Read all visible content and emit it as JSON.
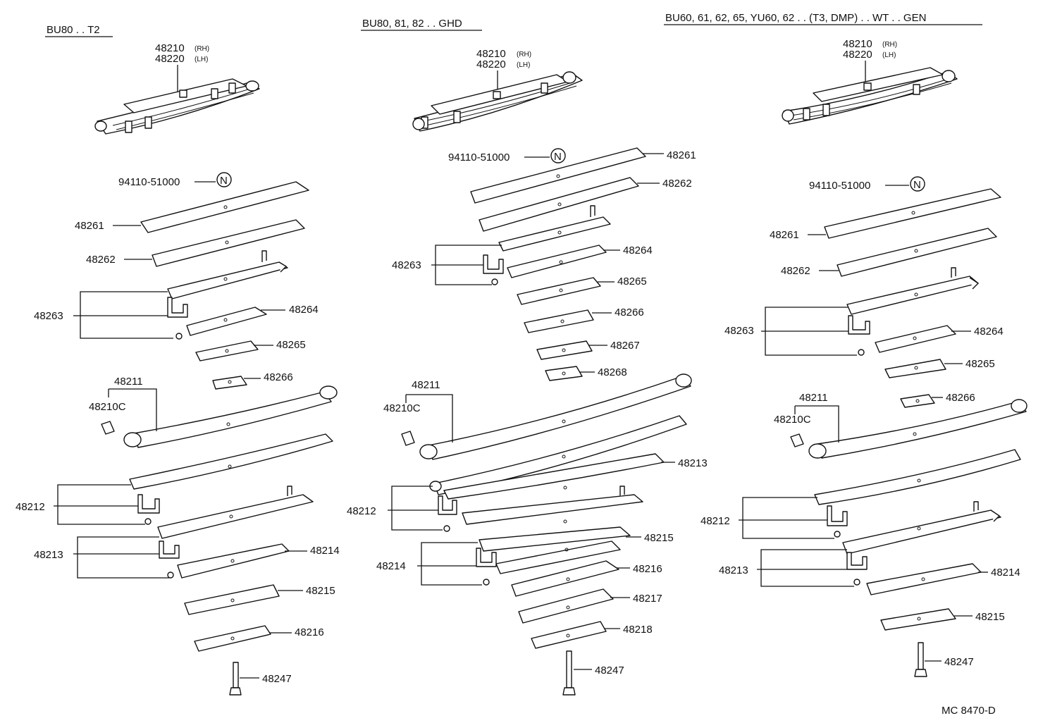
{
  "colors": {
    "ink": "#111111",
    "paper": "#ffffff"
  },
  "icons": {
    "new_part_marker": "circled-N-icon"
  },
  "columns": [
    {
      "header": "BU80 . . T2",
      "assy": {
        "rh": "48210",
        "rh_suffix": "(RH)",
        "lh": "48220",
        "lh_suffix": "(LH)"
      },
      "bolt_part": "94110-51000",
      "parts": {
        "a": "48261",
        "b": "48262",
        "c": "48263",
        "d": "48264",
        "e": "48265",
        "f": "48266",
        "g": "48211",
        "h": "48210C",
        "i": "48212",
        "j": "48213",
        "k": "48214",
        "l": "48215",
        "m": "48216",
        "n": "48247"
      }
    },
    {
      "header": "BU80, 81, 82 . . GHD",
      "assy": {
        "rh": "48210",
        "rh_suffix": "(RH)",
        "lh": "48220",
        "lh_suffix": "(LH)"
      },
      "bolt_part": "94110-51000",
      "parts": {
        "a": "48261",
        "b": "48262",
        "c": "48263",
        "d": "48264",
        "e": "48265",
        "f": "48266",
        "g": "48267",
        "h": "48268",
        "i": "48211",
        "j": "48210C",
        "k": "48213",
        "l": "48212",
        "m": "48215",
        "n": "48214",
        "o": "48216",
        "p": "48217",
        "q": "48218",
        "r": "48247"
      }
    },
    {
      "header": "BU60, 61, 62, 65, YU60, 62 . . (T3, DMP) . . WT . . GEN",
      "assy": {
        "rh": "48210",
        "rh_suffix": "(RH)",
        "lh": "48220",
        "lh_suffix": "(LH)"
      },
      "bolt_part": "94110-51000",
      "parts": {
        "a": "48261",
        "b": "48262",
        "c": "48263",
        "d": "48264",
        "e": "48265",
        "f": "48266",
        "g": "48211",
        "h": "48210C",
        "i": "48212",
        "j": "48213",
        "k": "48214",
        "l": "48215",
        "m": "48247"
      }
    }
  ],
  "new_marker": "N",
  "diagram_code": "MC 8470-D"
}
